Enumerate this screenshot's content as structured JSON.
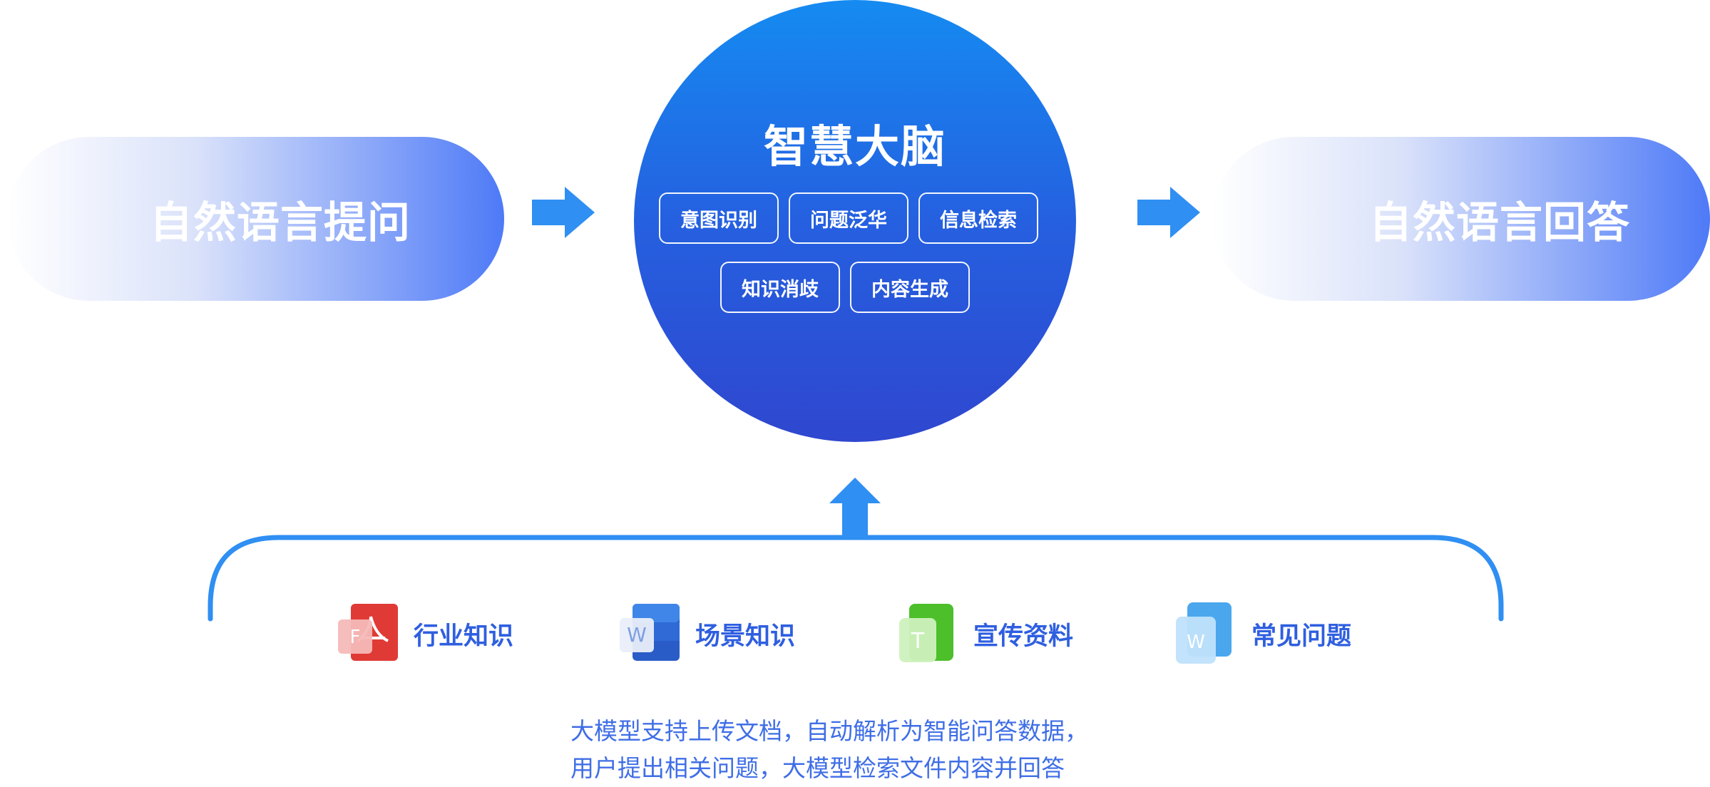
{
  "input_label": "自然语言提问",
  "output_label": "自然语言回答",
  "brain": {
    "title": "智慧大脑",
    "capabilities": [
      "意图识别",
      "问题泛华",
      "信息检索",
      "知识消歧",
      "内容生成"
    ]
  },
  "sources": [
    {
      "label": "行业知识",
      "icon": "pdf-file-icon",
      "letter": "F"
    },
    {
      "label": "场景知识",
      "icon": "word-file-icon",
      "letter": "W"
    },
    {
      "label": "宣传资料",
      "icon": "text-file-icon",
      "letter": "T"
    },
    {
      "label": "常见问题",
      "icon": "doc-file-icon",
      "letter": "W"
    }
  ],
  "description": [
    "大模型支持上传文档，自动解析为智能问答数据，",
    "用户提出相关问题，大模型检索文件内容并回答"
  ],
  "colors": {
    "arrow": "#2f8ff2",
    "circle_top": "#158bf1",
    "circle_bottom": "#2f47cf",
    "label_text": "#2f5fe0",
    "pdf": "#e03a36",
    "word": "#2a5cc7",
    "text": "#4cbf2a",
    "doc": "#4aa7ee"
  }
}
